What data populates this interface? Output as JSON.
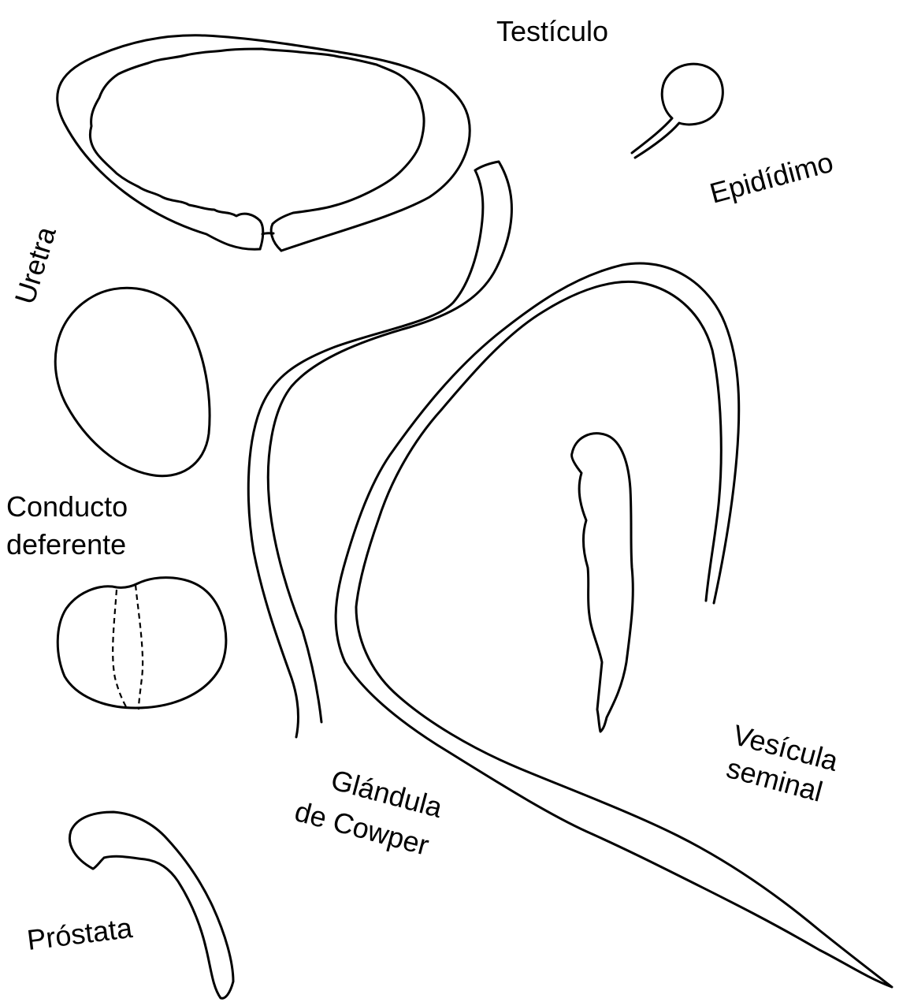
{
  "labels": {
    "testiculo": "Testículo",
    "epididimo": "Epidídimo",
    "uretra": "Uretra",
    "conducto_line1": "Conducto",
    "conducto_line2": "deferente",
    "glandula_line1": "Glándula",
    "glandula_line2": "de Cowper",
    "vesicula_line1": "Vesícula",
    "vesicula_line2": "seminal",
    "prostata": "Próstata"
  },
  "colors": {
    "stroke": "#000000",
    "background": "#ffffff"
  }
}
